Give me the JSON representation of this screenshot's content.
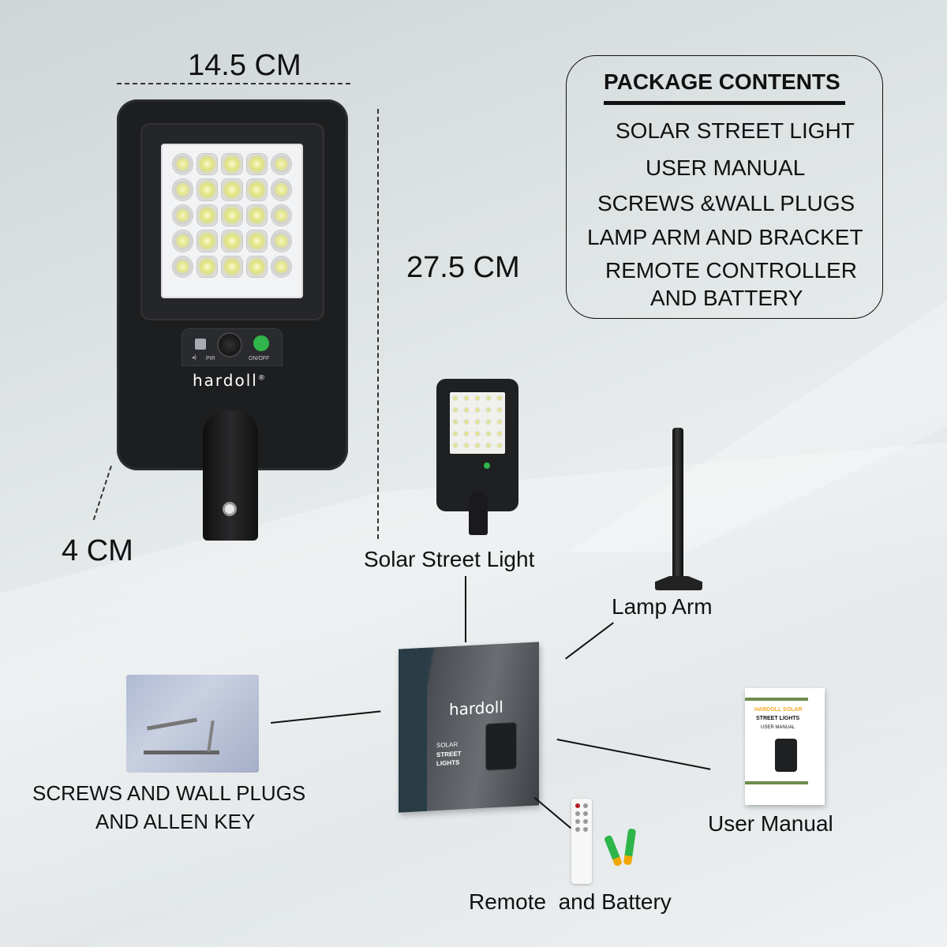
{
  "dimensions": {
    "width": "14.5 CM",
    "height": "27.5 CM",
    "depth": "4 CM"
  },
  "lamp": {
    "brand": "hardoll",
    "registered_mark": "®",
    "control_labels": {
      "sound": "◂)",
      "pir": "PIR",
      "power": "ON/OFF"
    },
    "power_color": "#2fb54a",
    "led_rows": 5,
    "led_cols": 5
  },
  "package_contents": {
    "title": "PACKAGE CONTENTS",
    "items": [
      "SOLAR STREET LIGHT",
      "USER MANUAL",
      "SCREWS &WALL PLUGS",
      "LAMP ARM AND BRACKET",
      "REMOTE CONTROLLER",
      "AND BATTERY"
    ]
  },
  "components": {
    "solar_street_light": "Solar Street Light",
    "lamp_arm": "Lamp Arm",
    "screws_line1": "SCREWS AND WALL PLUGS",
    "screws_line2": "AND ALLEN KEY",
    "user_manual": "User Manual",
    "remote_battery": "Remote  and Battery"
  },
  "product_box": {
    "brand": "hardoll",
    "line1": "SOLAR",
    "line2": "STREET",
    "line3": "LIGHTS"
  },
  "manual": {
    "title1": "HARDOLL SOLAR",
    "title2": "STREET LIGHTS",
    "title3": "USER  MANUAL",
    "accent": "#f5a623",
    "bar_color": "#6e8b4e"
  }
}
